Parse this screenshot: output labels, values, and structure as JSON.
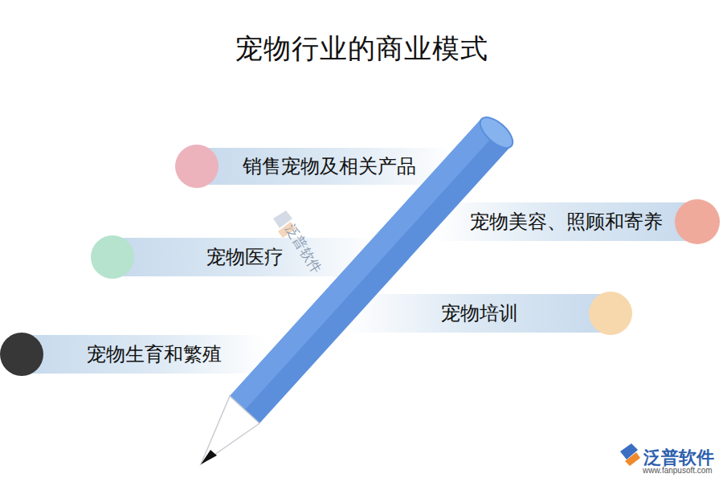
{
  "diagram": {
    "title": "宠物行业的商业模式",
    "nodes": [
      {
        "text": [
          "销售宠物及相关产品"
        ]
      },
      {
        "text": [
          "宠物美容、照顾和寄养"
        ]
      },
      {
        "text": [
          "宠物医疗"
        ]
      },
      {
        "text": [
          "宠物培训"
        ]
      },
      {
        "text": [
          "宠物生育和繁殖"
        ]
      }
    ],
    "labels": [
      "泛普软件",
      "泛普软件",
      "www.fanpusoft.com"
    ]
  }
}
